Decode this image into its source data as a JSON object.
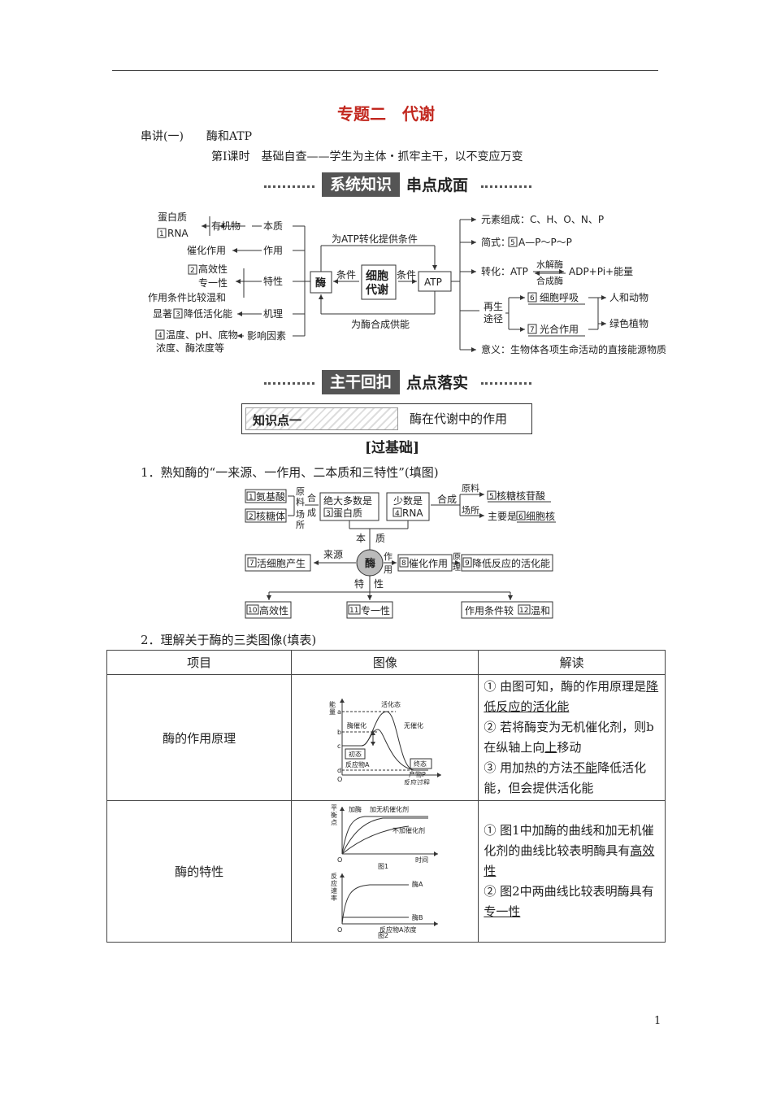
{
  "page": {
    "title": "专题二　代谢",
    "series": "串讲(一)　　酶和ATP",
    "lesson": "第Ⅰ课时　基础自查——学生为主体・抓牢主干，以不变应万变",
    "page_number": "1"
  },
  "banner1": {
    "box": "系统知识",
    "text": "串点成面"
  },
  "banner2": {
    "box": "主干回扣",
    "text": "点点落实"
  },
  "map1": {
    "protein": "蛋白质",
    "rna_num": "1",
    "rna": "RNA",
    "organic": "有机物",
    "essence": "本质",
    "catalysis": "催化作用",
    "function": "作用",
    "eff_num": "2",
    "efficiency": "高效性",
    "specificity": "专一性",
    "mild": "作用条件比较温和",
    "property": "特性",
    "notable": "显著",
    "lower_num": "3",
    "lower": "降低活化能",
    "mechanism": "机理",
    "factors_num": "4",
    "factors1": "温度、pH、底物",
    "factors2": "浓度、酶浓度等",
    "influence": "影响因素",
    "enzyme": "酶",
    "condition": "条件",
    "metabolism1": "细胞",
    "metabolism2": "代谢",
    "atp": "ATP",
    "top_arrow": "为ATP转化提供条件",
    "bottom_arrow": "为酶合成供能",
    "elements": "元素组成：C、H、O、N、P",
    "formula_label": "简式：",
    "formula_num": "5",
    "formula": "A—P～P～P",
    "conversion_label": "转化：ATP",
    "hydrolase": "水解酶",
    "synthase": "合成酶",
    "conversion_result": "ADP+Pi+能量",
    "regen1": "再生",
    "regen2": "途径",
    "resp_num": "6",
    "respiration": "细胞呼吸",
    "photo_num": "7",
    "photosynthesis": "光合作用",
    "human_animal": "人和动物",
    "green_plant": "绿色植物",
    "meaning": "意义：生物体各项生命活动的直接能源物质"
  },
  "knowledge_point": {
    "label": "知识点一",
    "title": "酶在代谢中的作用",
    "sub": "[过基础]"
  },
  "q1": {
    "text": "1．熟知酶的“一来源、一作用、二本质和三特性”(填图)",
    "aa_num": "1",
    "aa": "氨基酸",
    "ribo_num": "2",
    "ribosome": "核糖体",
    "raw1": "原",
    "raw2": "料",
    "site1": "场",
    "site2": "所",
    "syn1": "合",
    "syn2": "成",
    "most": "绝大多数是",
    "prot_num": "3",
    "protein": "蛋白质",
    "few": "少数是",
    "rna_num": "4",
    "rna": "RNA",
    "synth": "合成",
    "raw_label": "原料",
    "site_label": "场所",
    "nuc_num": "5",
    "nucleotide": "核糖核苷酸",
    "mainly": "主要是",
    "nucleus_num": "6",
    "nucleus": "细胞核",
    "essence": "本　质",
    "source": "来源",
    "enzyme": "酶",
    "action1": "作",
    "action2": "用",
    "mech1": "原",
    "mech2": "理",
    "living_num": "7",
    "living": "活细胞产生",
    "cat_num": "8",
    "catalysis": "催化作用",
    "low_num": "9",
    "lower": "降低反应的活化能",
    "property": "特　性",
    "eff_num": "10",
    "efficiency": "高效性",
    "spec_num": "11",
    "specificity": "专一性",
    "cond": "作用条件较",
    "mild_num": "12",
    "mild": "温和"
  },
  "q2": {
    "text": "2．理解关于酶的三类图像(填表)",
    "headers": [
      "项目",
      "图像",
      "解读"
    ],
    "row1": {
      "item": "酶的作用原理",
      "interp": [
        {
          "a": "① 由图可知，酶的作用原理是",
          "u": "降低反应的活化能",
          "b": ""
        },
        {
          "a": "② 若将酶变为无机催化剂，则b在纵轴上向",
          "u": "上",
          "b": "移动"
        },
        {
          "a": "③ 用加热的方法",
          "u": "不能",
          "b": "降低活化能，但会提供活化能"
        }
      ],
      "fig": {
        "energy1": "能",
        "energy2": "量",
        "a": "a",
        "b": "b",
        "c": "c",
        "d": "d",
        "o": "O",
        "activated": "活化态",
        "enzyme_cat": "酶催化",
        "no_cat": "无催化",
        "initial": "初态",
        "reactant": "反应物A",
        "final": "终态",
        "product": "产物P",
        "xlabel": "反应过程"
      }
    },
    "row2": {
      "item": "酶的特性",
      "interp": [
        {
          "a": "① 图1中加酶的曲线和加无机催化剂的曲线比较表明酶具有",
          "u": "高效性",
          "b": ""
        },
        {
          "a": "② 图2中两曲线比较表明酶具有",
          "u": "专一性",
          "b": ""
        }
      ],
      "fig1": {
        "y1": "平",
        "y2": "衡",
        "y3": "点",
        "add_enzyme": "加酶",
        "add_inorganic": "加无机催化剂",
        "no_cat": "不加催化剂",
        "o": "O",
        "xlabel": "时间",
        "caption": "图1"
      },
      "fig2": {
        "y1": "反",
        "y2": "应",
        "y3": "速",
        "y4": "率",
        "enzA": "酶A",
        "enzB": "酶B",
        "o": "O",
        "xlabel": "反应物A浓度",
        "caption": "图2"
      }
    }
  }
}
